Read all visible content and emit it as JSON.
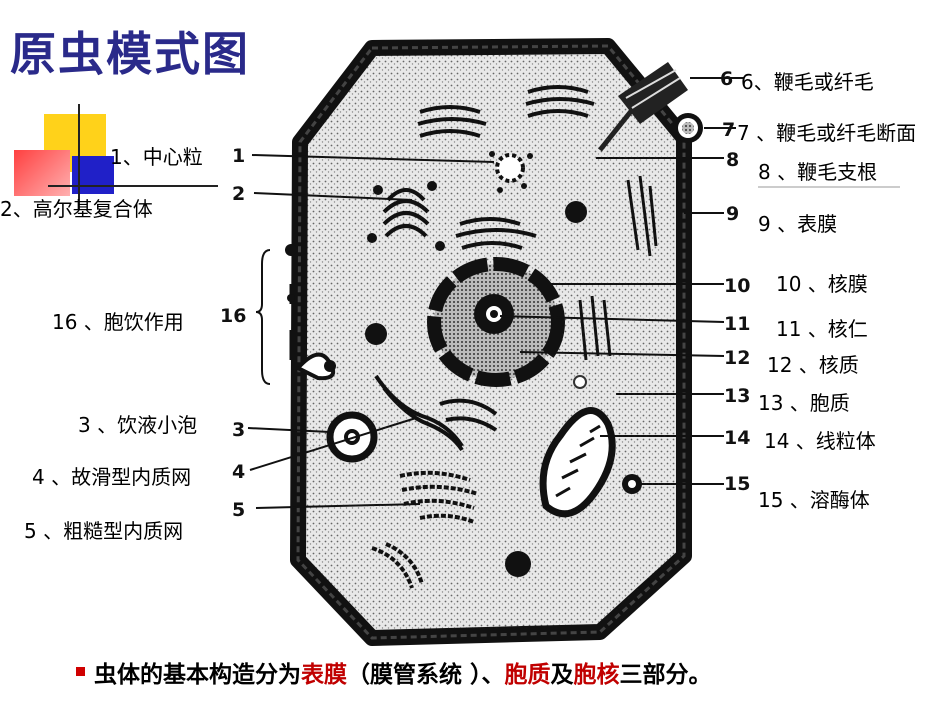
{
  "title": "原虫模式图",
  "labels": {
    "l1": "1、中心粒",
    "l2": "2、高尔基复合体",
    "l3": "3 、饮液小泡",
    "l4": "4 、故滑型内质网",
    "l5": "5 、粗糙型内质网",
    "l6": "6、鞭毛或纤毛",
    "l7": "7 、鞭毛或纤毛断面",
    "l8": "8 、鞭毛支根",
    "l9": "9 、表膜",
    "l10": "10 、核膜",
    "l11": "11 、核仁",
    "l12": "12 、核质",
    "l13": "13 、胞质",
    "l14": "14 、线粒体",
    "l15": "15 、溶酶体",
    "l16": "16 、胞饮作用"
  },
  "numbers": [
    "1",
    "2",
    "3",
    "4",
    "5",
    "6",
    "7",
    "8",
    "9",
    "10",
    "11",
    "12",
    "13",
    "14",
    "15",
    "16"
  ],
  "summary": {
    "p1": "虫体的基本构造分为",
    "p2": "表膜",
    "p3": "（膜管系统 ）、",
    "p4": "胞质",
    "p5": "及",
    "p6": "胞核",
    "p7": "三部分。"
  },
  "colors": {
    "title": "#2a2a8a",
    "highlight": "#c00000"
  }
}
